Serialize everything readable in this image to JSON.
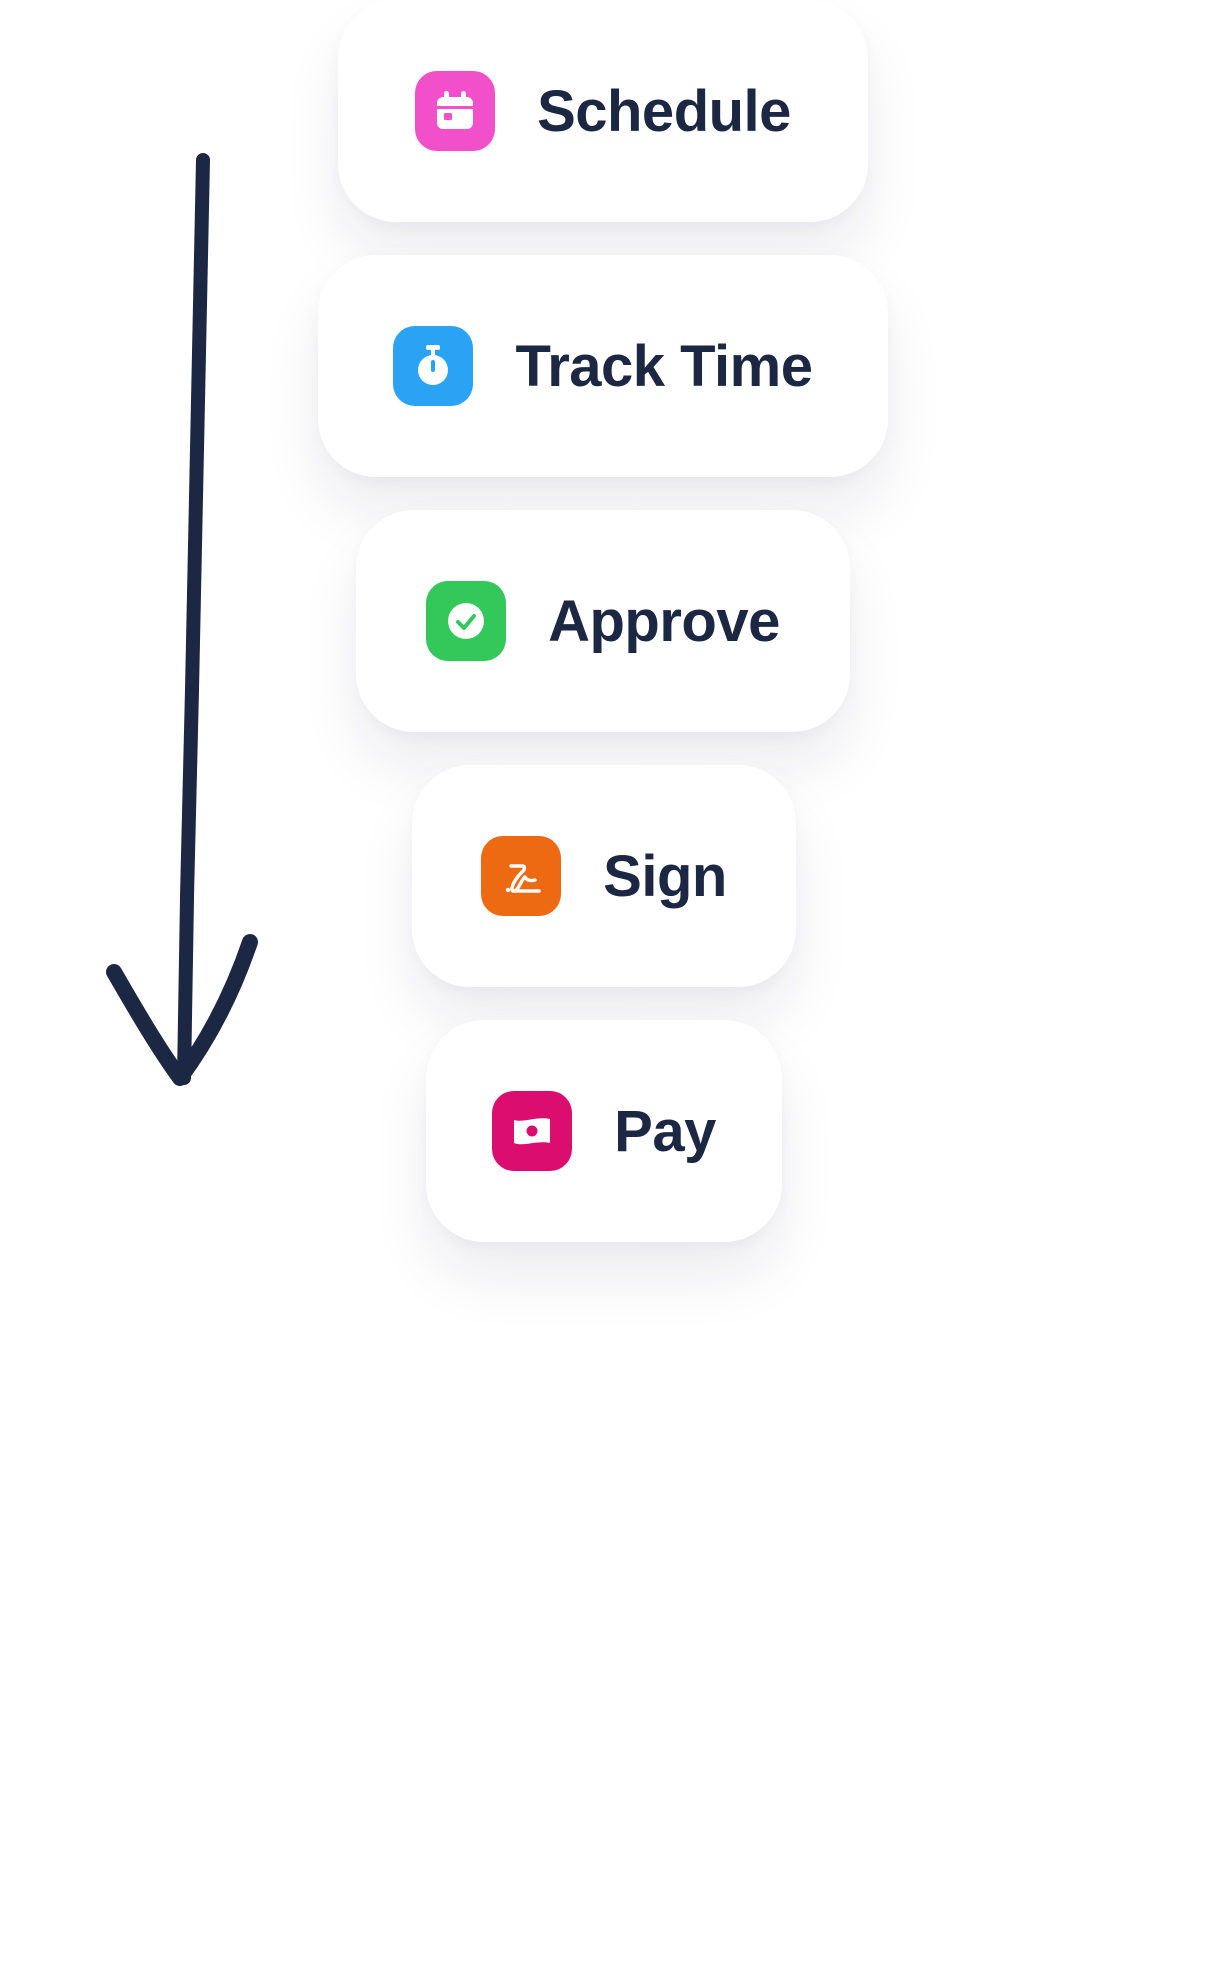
{
  "steps": [
    {
      "label": "Schedule",
      "icon": "calendar-icon",
      "color": "#F24FCB"
    },
    {
      "label": "Track Time",
      "icon": "stopwatch-icon",
      "color": "#2BA3F5"
    },
    {
      "label": "Approve",
      "icon": "check-circle-icon",
      "color": "#34C759"
    },
    {
      "label": "Sign",
      "icon": "signature-icon",
      "color": "#EE6A12"
    },
    {
      "label": "Pay",
      "icon": "money-bill-icon",
      "color": "#DB0D6E"
    }
  ],
  "arrow": {
    "color": "#1c2743",
    "icon": "down-arrow-icon"
  }
}
